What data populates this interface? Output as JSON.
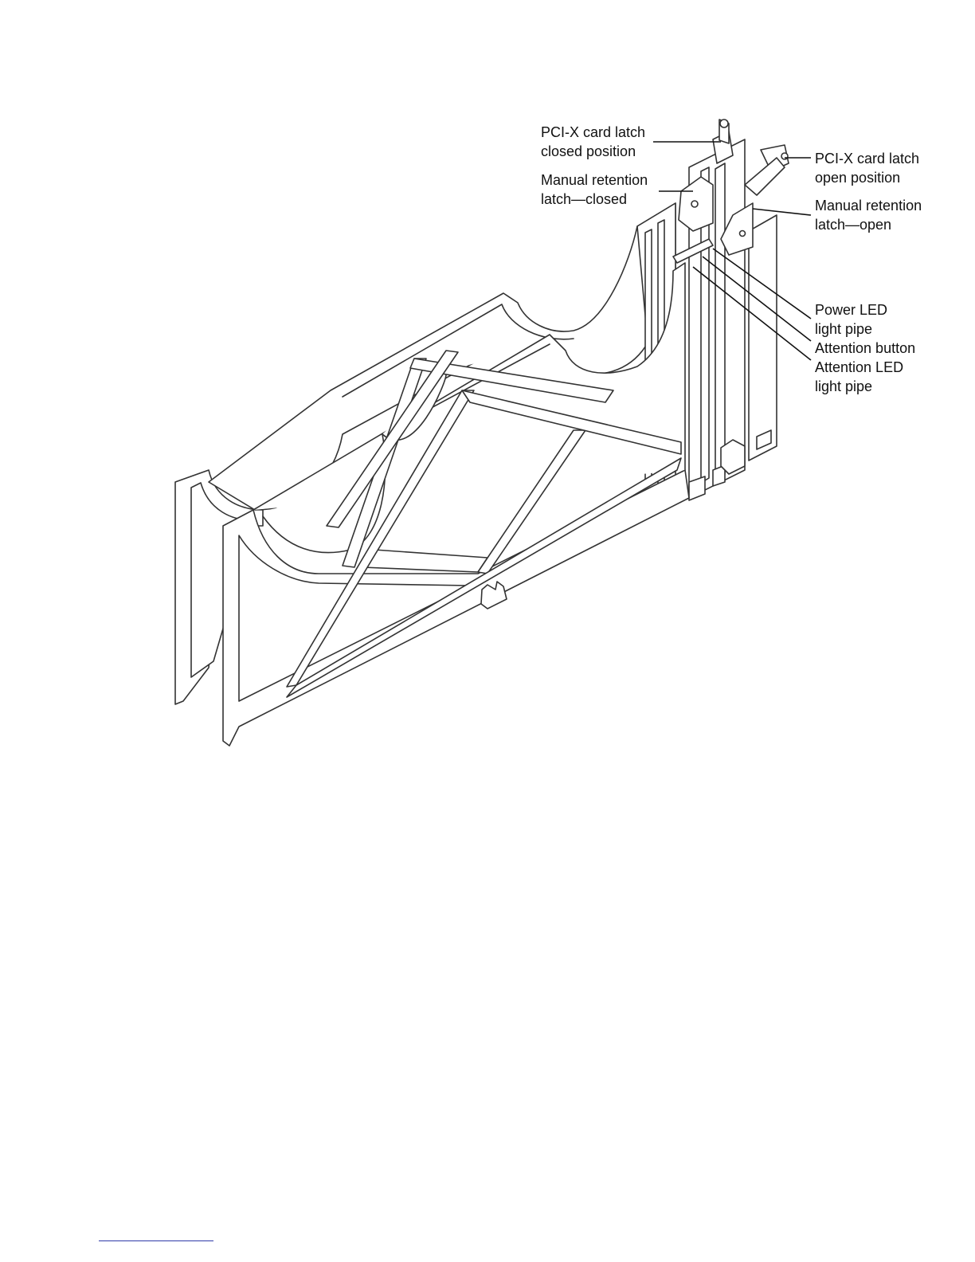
{
  "labels": {
    "pci_latch_closed": [
      "PCI-X card latch",
      "closed position"
    ],
    "manual_latch_closed": [
      "Manual retention",
      "latch—closed"
    ],
    "pci_latch_open": [
      "PCI-X card latch",
      "open position"
    ],
    "manual_latch_open": [
      "Manual retention",
      "latch—open"
    ],
    "power_led": [
      "Power LED",
      "light pipe"
    ],
    "attention_button": [
      "Attention button"
    ],
    "attention_led": [
      "Attention LED",
      "light pipe"
    ]
  },
  "colors": {
    "line": "#333333",
    "fill": "#ffffff",
    "footnote_rule": "#2f3aa8"
  }
}
